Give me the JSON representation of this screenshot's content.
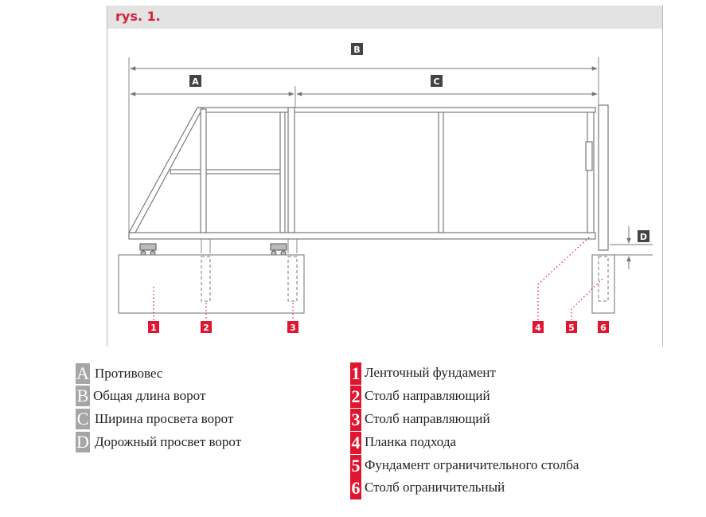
{
  "figure": {
    "title": "rys. 1.",
    "dimension_labels": [
      "A",
      "B",
      "C",
      "D"
    ],
    "callouts": [
      "1",
      "2",
      "3",
      "4",
      "5",
      "6"
    ]
  },
  "legend_letters": [
    {
      "key": "A",
      "text": "Противовес"
    },
    {
      "key": "B",
      "text": "Общая длина ворот"
    },
    {
      "key": "C",
      "text": "Ширина просвета ворот"
    },
    {
      "key": "D",
      "text": "Дорожный просвет ворот"
    }
  ],
  "legend_numbers": [
    {
      "key": "1",
      "text": "Ленточный фундамент"
    },
    {
      "key": "2",
      "text": "Столб направляющий"
    },
    {
      "key": "3",
      "text": "Столб направляющий"
    },
    {
      "key": "4",
      "text": "Планка подхода"
    },
    {
      "key": "5",
      "text": "Фундамент ограничительного столба"
    },
    {
      "key": "6",
      "text": "Столб ограничительный"
    }
  ],
  "colors": {
    "accent_red": "#e01530",
    "title_red": "#d0203a",
    "key_grey": "#a6a6a6",
    "label_dark": "#444444",
    "line_grey": "#777777"
  }
}
